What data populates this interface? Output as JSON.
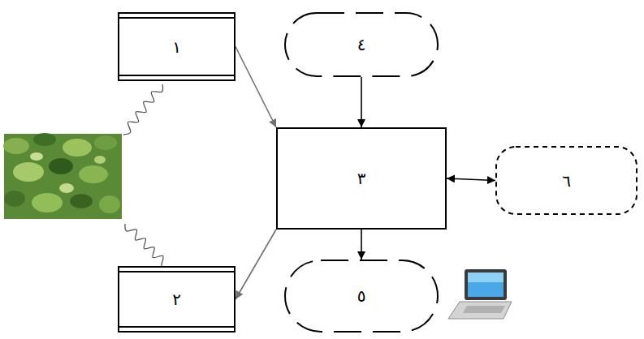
{
  "diagram": {
    "nodes": [
      {
        "text": [
          "١"
        ]
      },
      {
        "text": [
          "٢"
        ]
      },
      {
        "text": [
          "٣"
        ]
      },
      {
        "text": [
          "٤"
        ]
      },
      {
        "text": [
          "٥"
        ]
      },
      {
        "text": [
          "٦"
        ]
      }
    ],
    "edges": [
      {
        "from": 0,
        "to": 2,
        "arrow": "to"
      },
      {
        "from": 3,
        "to": 2,
        "arrow": "to"
      },
      {
        "from": 2,
        "to": 1,
        "arrow": "to"
      },
      {
        "from": 2,
        "to": 4,
        "arrow": "to"
      },
      {
        "from": 2,
        "to": 5,
        "arrow": "both"
      }
    ]
  }
}
